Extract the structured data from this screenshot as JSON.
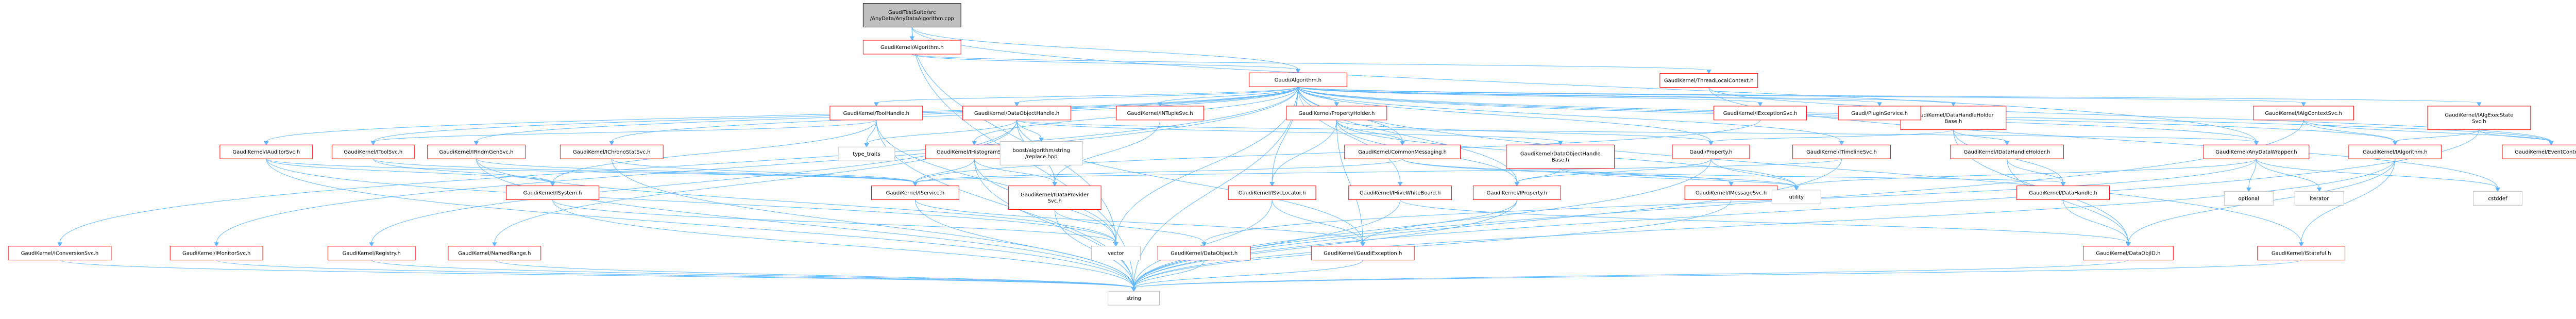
{
  "diagram": {
    "nodes": [
      {
        "id": "root",
        "label": "GaudiTestSuite/src\n/AnyData/AnyDataAlgorithm.cpp",
        "kind": "root"
      },
      {
        "id": "algorithm_h",
        "label": "GaudiKernel/Algorithm.h",
        "kind": "normal"
      },
      {
        "id": "gaudialg_h",
        "label": "Gaudi/Algorithm.h",
        "kind": "normal"
      },
      {
        "id": "anydatawrapper",
        "label": "GaudiKernel/AnyDataWrapper.h",
        "kind": "normal"
      },
      {
        "id": "datahandleholderbase",
        "label": "GaudiKernel/DataHandleHolder\nBase.h",
        "kind": "normal"
      },
      {
        "id": "threadlocal",
        "label": "GaudiKernel/ThreadLocalContext.h",
        "kind": "normal"
      },
      {
        "id": "toolhandle",
        "label": "GaudiKernel/ToolHandle.h",
        "kind": "normal"
      },
      {
        "id": "dataobjecthandle",
        "label": "GaudiKernel/DataObjectHandle.h",
        "kind": "normal"
      },
      {
        "id": "ntuplesvc",
        "label": "GaudiKernel/INTupleSvc.h",
        "kind": "normal"
      },
      {
        "id": "propertyholder",
        "label": "GaudiKernel/PropertyHolder.h",
        "kind": "normal"
      },
      {
        "id": "exceptionsvc",
        "label": "GaudiKernel/IExceptionSvc.h",
        "kind": "normal"
      },
      {
        "id": "pluginservice",
        "label": "Gaudi/PluginService.h",
        "kind": "normal"
      },
      {
        "id": "algcontextsvc",
        "label": "GaudiKernel/IAlgContextSvc.h",
        "kind": "normal"
      },
      {
        "id": "algexecstatesvc",
        "label": "GaudiKernel/IAlgExecState\nSvc.h",
        "kind": "normal"
      },
      {
        "id": "auditorsvc",
        "label": "GaudiKernel/IAuditorSvc.h",
        "kind": "normal"
      },
      {
        "id": "itoolsvc",
        "label": "GaudiKernel/IToolSvc.h",
        "kind": "normal"
      },
      {
        "id": "rndmgensvc",
        "label": "GaudiKernel/IRndmGenSvc.h",
        "kind": "normal"
      },
      {
        "id": "chronostatsvc",
        "label": "GaudiKernel/IChronoStatSvc.h",
        "kind": "normal"
      },
      {
        "id": "histogramsvc",
        "label": "GaudiKernel/IHistogramSvc.h",
        "kind": "normal"
      },
      {
        "id": "commonmessaging",
        "label": "GaudiKernel/CommonMessaging.h",
        "kind": "normal"
      },
      {
        "id": "dataobjecthandlebase",
        "label": "GaudiKernel/DataObjectHandle\nBase.h",
        "kind": "normal"
      },
      {
        "id": "property",
        "label": "Gaudi/Property.h",
        "kind": "normal"
      },
      {
        "id": "itimelinesvc",
        "label": "GaudiKernel/ITimelineSvc.h",
        "kind": "normal"
      },
      {
        "id": "datahandleholdervisitor",
        "label": "GaudiKernel/IDataHandleHolder.h",
        "kind": "normal"
      },
      {
        "id": "ialgorithm",
        "label": "GaudiKernel/IAlgorithm.h",
        "kind": "normal"
      },
      {
        "id": "eventcontext",
        "label": "GaudiKernel/EventContext.h",
        "kind": "normal"
      },
      {
        "id": "type_traits",
        "label": "type_traits",
        "kind": "external"
      },
      {
        "id": "boost_replace",
        "label": "boost/algorithm/string\n/replace.hpp",
        "kind": "external"
      },
      {
        "id": "isystem",
        "label": "GaudiKernel/ISystem.h",
        "kind": "normal"
      },
      {
        "id": "iservice",
        "label": "GaudiKernel/IService.h",
        "kind": "normal"
      },
      {
        "id": "idataprovidersvc",
        "label": "GaudiKernel/IDataProvider\nSvc.h",
        "kind": "normal"
      },
      {
        "id": "iproperty",
        "label": "GaudiKernel/IProperty.h",
        "kind": "normal"
      },
      {
        "id": "isvclocator",
        "label": "GaudiKernel/ISvcLocator.h",
        "kind": "normal"
      },
      {
        "id": "ihivewhiteboard",
        "label": "GaudiKernel/IHiveWhiteBoard.h",
        "kind": "normal"
      },
      {
        "id": "imessagesvc",
        "label": "GaudiKernel/IMessageSvc.h",
        "kind": "normal"
      },
      {
        "id": "datahandle",
        "label": "GaudiKernel/DataHandle.h",
        "kind": "normal"
      },
      {
        "id": "utility",
        "label": "utility",
        "kind": "external"
      },
      {
        "id": "optional",
        "label": "optional",
        "kind": "external"
      },
      {
        "id": "iterator",
        "label": "iterator",
        "kind": "external"
      },
      {
        "id": "cstddef",
        "label": "cstddef",
        "kind": "external"
      },
      {
        "id": "iconversionsvc",
        "label": "GaudiKernel/IConversionSvc.h",
        "kind": "normal"
      },
      {
        "id": "imonitorsvc",
        "label": "GaudiKernel/IMonitorSvc.h",
        "kind": "normal"
      },
      {
        "id": "registry",
        "label": "GaudiKernel/Registry.h",
        "kind": "normal"
      },
      {
        "id": "namedrange",
        "label": "GaudiKernel/NamedRange.h",
        "kind": "normal"
      },
      {
        "id": "vector",
        "label": "vector",
        "kind": "external"
      },
      {
        "id": "dataobject",
        "label": "GaudiKernel/DataObject.h",
        "kind": "normal"
      },
      {
        "id": "gaudiexception",
        "label": "GaudiKernel/GaudiException.h",
        "kind": "normal"
      },
      {
        "id": "dataobjid",
        "label": "GaudiKernel/DataObjID.h",
        "kind": "normal"
      },
      {
        "id": "istateful",
        "label": "GaudiKernel/IStateful.h",
        "kind": "normal"
      },
      {
        "id": "string",
        "label": "string",
        "kind": "external"
      }
    ],
    "edges": [
      [
        "root",
        "algorithm_h"
      ],
      [
        "root",
        "anydatawrapper"
      ],
      [
        "root",
        "gaudialg_h"
      ],
      [
        "root",
        "vector"
      ],
      [
        "root",
        "string"
      ],
      [
        "algorithm_h",
        "gaudialg_h"
      ],
      [
        "algorithm_h",
        "threadlocal"
      ],
      [
        "threadlocal",
        "eventcontext"
      ],
      [
        "threadlocal",
        "cstddef"
      ],
      [
        "gaudialg_h",
        "toolhandle"
      ],
      [
        "gaudialg_h",
        "dataobjecthandle"
      ],
      [
        "gaudialg_h",
        "ntuplesvc"
      ],
      [
        "gaudialg_h",
        "propertyholder"
      ],
      [
        "gaudialg_h",
        "exceptionsvc"
      ],
      [
        "gaudialg_h",
        "pluginservice"
      ],
      [
        "gaudialg_h",
        "datahandleholderbase"
      ],
      [
        "gaudialg_h",
        "algcontextsvc"
      ],
      [
        "gaudialg_h",
        "algexecstatesvc"
      ],
      [
        "gaudialg_h",
        "auditorsvc"
      ],
      [
        "gaudialg_h",
        "itoolsvc"
      ],
      [
        "gaudialg_h",
        "rndmgensvc"
      ],
      [
        "gaudialg_h",
        "chronostatsvc"
      ],
      [
        "gaudialg_h",
        "histogramsvc"
      ],
      [
        "gaudialg_h",
        "commonmessaging"
      ],
      [
        "gaudialg_h",
        "iconversionsvc"
      ],
      [
        "gaudialg_h",
        "imonitorsvc"
      ],
      [
        "gaudialg_h",
        "property"
      ],
      [
        "gaudialg_h",
        "itimelinesvc"
      ],
      [
        "gaudialg_h",
        "vector"
      ],
      [
        "gaudialg_h",
        "string"
      ],
      [
        "gaudialg_h",
        "iproperty"
      ],
      [
        "gaudialg_h",
        "isvclocator"
      ],
      [
        "gaudialg_h",
        "ihivewhiteboard"
      ],
      [
        "gaudialg_h",
        "istateful"
      ],
      [
        "gaudialg_h",
        "ialgorithm"
      ],
      [
        "gaudialg_h",
        "eventcontext"
      ],
      [
        "gaudialg_h",
        "anydatawrapper"
      ],
      [
        "anydatawrapper",
        "optional"
      ],
      [
        "anydatawrapper",
        "iterator"
      ],
      [
        "anydatawrapper",
        "cstddef"
      ],
      [
        "anydatawrapper",
        "utility"
      ],
      [
        "anydatawrapper",
        "dataobject"
      ],
      [
        "toolhandle",
        "type_traits"
      ],
      [
        "toolhandle",
        "isystem"
      ],
      [
        "toolhandle",
        "itoolsvc"
      ],
      [
        "toolhandle",
        "string"
      ],
      [
        "toolhandle",
        "vector"
      ],
      [
        "dataobjecthandle",
        "boost_replace"
      ],
      [
        "dataobjecthandle",
        "type_traits"
      ],
      [
        "dataobjecthandle",
        "dataobjecthandlebase"
      ],
      [
        "dataobjecthandle",
        "idataprovidersvc"
      ],
      [
        "dataobjecthandle",
        "namedrange"
      ],
      [
        "dataobjecthandle",
        "registry"
      ],
      [
        "dataobjecthandle",
        "anydatawrapper"
      ],
      [
        "dataobjecthandle",
        "gaudiexception"
      ],
      [
        "ntuplesvc",
        "idataprovidersvc"
      ],
      [
        "propertyholder",
        "property"
      ],
      [
        "propertyholder",
        "iproperty"
      ],
      [
        "propertyholder",
        "commonmessaging"
      ],
      [
        "propertyholder",
        "isvclocator"
      ],
      [
        "propertyholder",
        "gaudiexception"
      ],
      [
        "propertyholder",
        "utility"
      ],
      [
        "exceptionsvc",
        "iservice"
      ],
      [
        "datahandleholderbase",
        "datahandleholdervisitor"
      ],
      [
        "datahandleholderbase",
        "datahandle"
      ],
      [
        "datahandleholderbase",
        "property"
      ],
      [
        "datahandleholderbase",
        "dataobjid"
      ],
      [
        "algcontextsvc",
        "ialgorithm"
      ],
      [
        "algcontextsvc",
        "eventcontext"
      ],
      [
        "algcontextsvc",
        "string"
      ],
      [
        "algexecstatesvc",
        "ialgorithm"
      ],
      [
        "algexecstatesvc",
        "eventcontext"
      ],
      [
        "algexecstatesvc",
        "string"
      ],
      [
        "auditorsvc",
        "iservice"
      ],
      [
        "auditorsvc",
        "isystem"
      ],
      [
        "auditorsvc",
        "vector"
      ],
      [
        "auditorsvc",
        "string"
      ],
      [
        "itoolsvc",
        "iservice"
      ],
      [
        "itoolsvc",
        "isystem"
      ],
      [
        "rndmgensvc",
        "iservice"
      ],
      [
        "rndmgensvc",
        "vector"
      ],
      [
        "rndmgensvc",
        "string"
      ],
      [
        "chronostatsvc",
        "iservice"
      ],
      [
        "chronostatsvc",
        "string"
      ],
      [
        "histogramsvc",
        "idataprovidersvc"
      ],
      [
        "histogramsvc",
        "iservice"
      ],
      [
        "histogramsvc",
        "vector"
      ],
      [
        "histogramsvc",
        "string"
      ],
      [
        "commonmessaging",
        "imessagesvc"
      ],
      [
        "commonmessaging",
        "iservice"
      ],
      [
        "commonmessaging",
        "utility"
      ],
      [
        "dataobjecthandlebase",
        "datahandle"
      ],
      [
        "dataobjecthandlebase",
        "iproperty"
      ],
      [
        "dataobjecthandlebase",
        "utility"
      ],
      [
        "property",
        "iproperty"
      ],
      [
        "property",
        "utility"
      ],
      [
        "property",
        "string"
      ],
      [
        "itimelinesvc",
        "iservice"
      ],
      [
        "itimelinesvc",
        "string"
      ],
      [
        "datahandleholdervisitor",
        "datahandle"
      ],
      [
        "datahandleholdervisitor",
        "dataobjid"
      ],
      [
        "ialgorithm",
        "dataobjid"
      ],
      [
        "ialgorithm",
        "istateful"
      ],
      [
        "ialgorithm",
        "string"
      ],
      [
        "isystem",
        "vector"
      ],
      [
        "isystem",
        "string"
      ],
      [
        "iservice",
        "gaudiexception"
      ],
      [
        "iservice",
        "string"
      ],
      [
        "idataprovidersvc",
        "dataobject"
      ],
      [
        "idataprovidersvc",
        "string"
      ],
      [
        "iproperty",
        "gaudiexception"
      ],
      [
        "iproperty",
        "string"
      ],
      [
        "isvclocator",
        "gaudiexception"
      ],
      [
        "isvclocator",
        "string"
      ],
      [
        "ihivewhiteboard",
        "dataobjid"
      ],
      [
        "ihivewhiteboard",
        "string"
      ],
      [
        "imessagesvc",
        "string"
      ],
      [
        "datahandle",
        "dataobjid"
      ],
      [
        "iconversionsvc",
        "string"
      ],
      [
        "imonitorsvc",
        "string"
      ],
      [
        "registry",
        "string"
      ],
      [
        "namedrange",
        "string"
      ],
      [
        "dataobject",
        "string"
      ],
      [
        "gaudiexception",
        "string"
      ],
      [
        "dataobjid",
        "string"
      ],
      [
        "istateful",
        "string"
      ]
    ]
  }
}
